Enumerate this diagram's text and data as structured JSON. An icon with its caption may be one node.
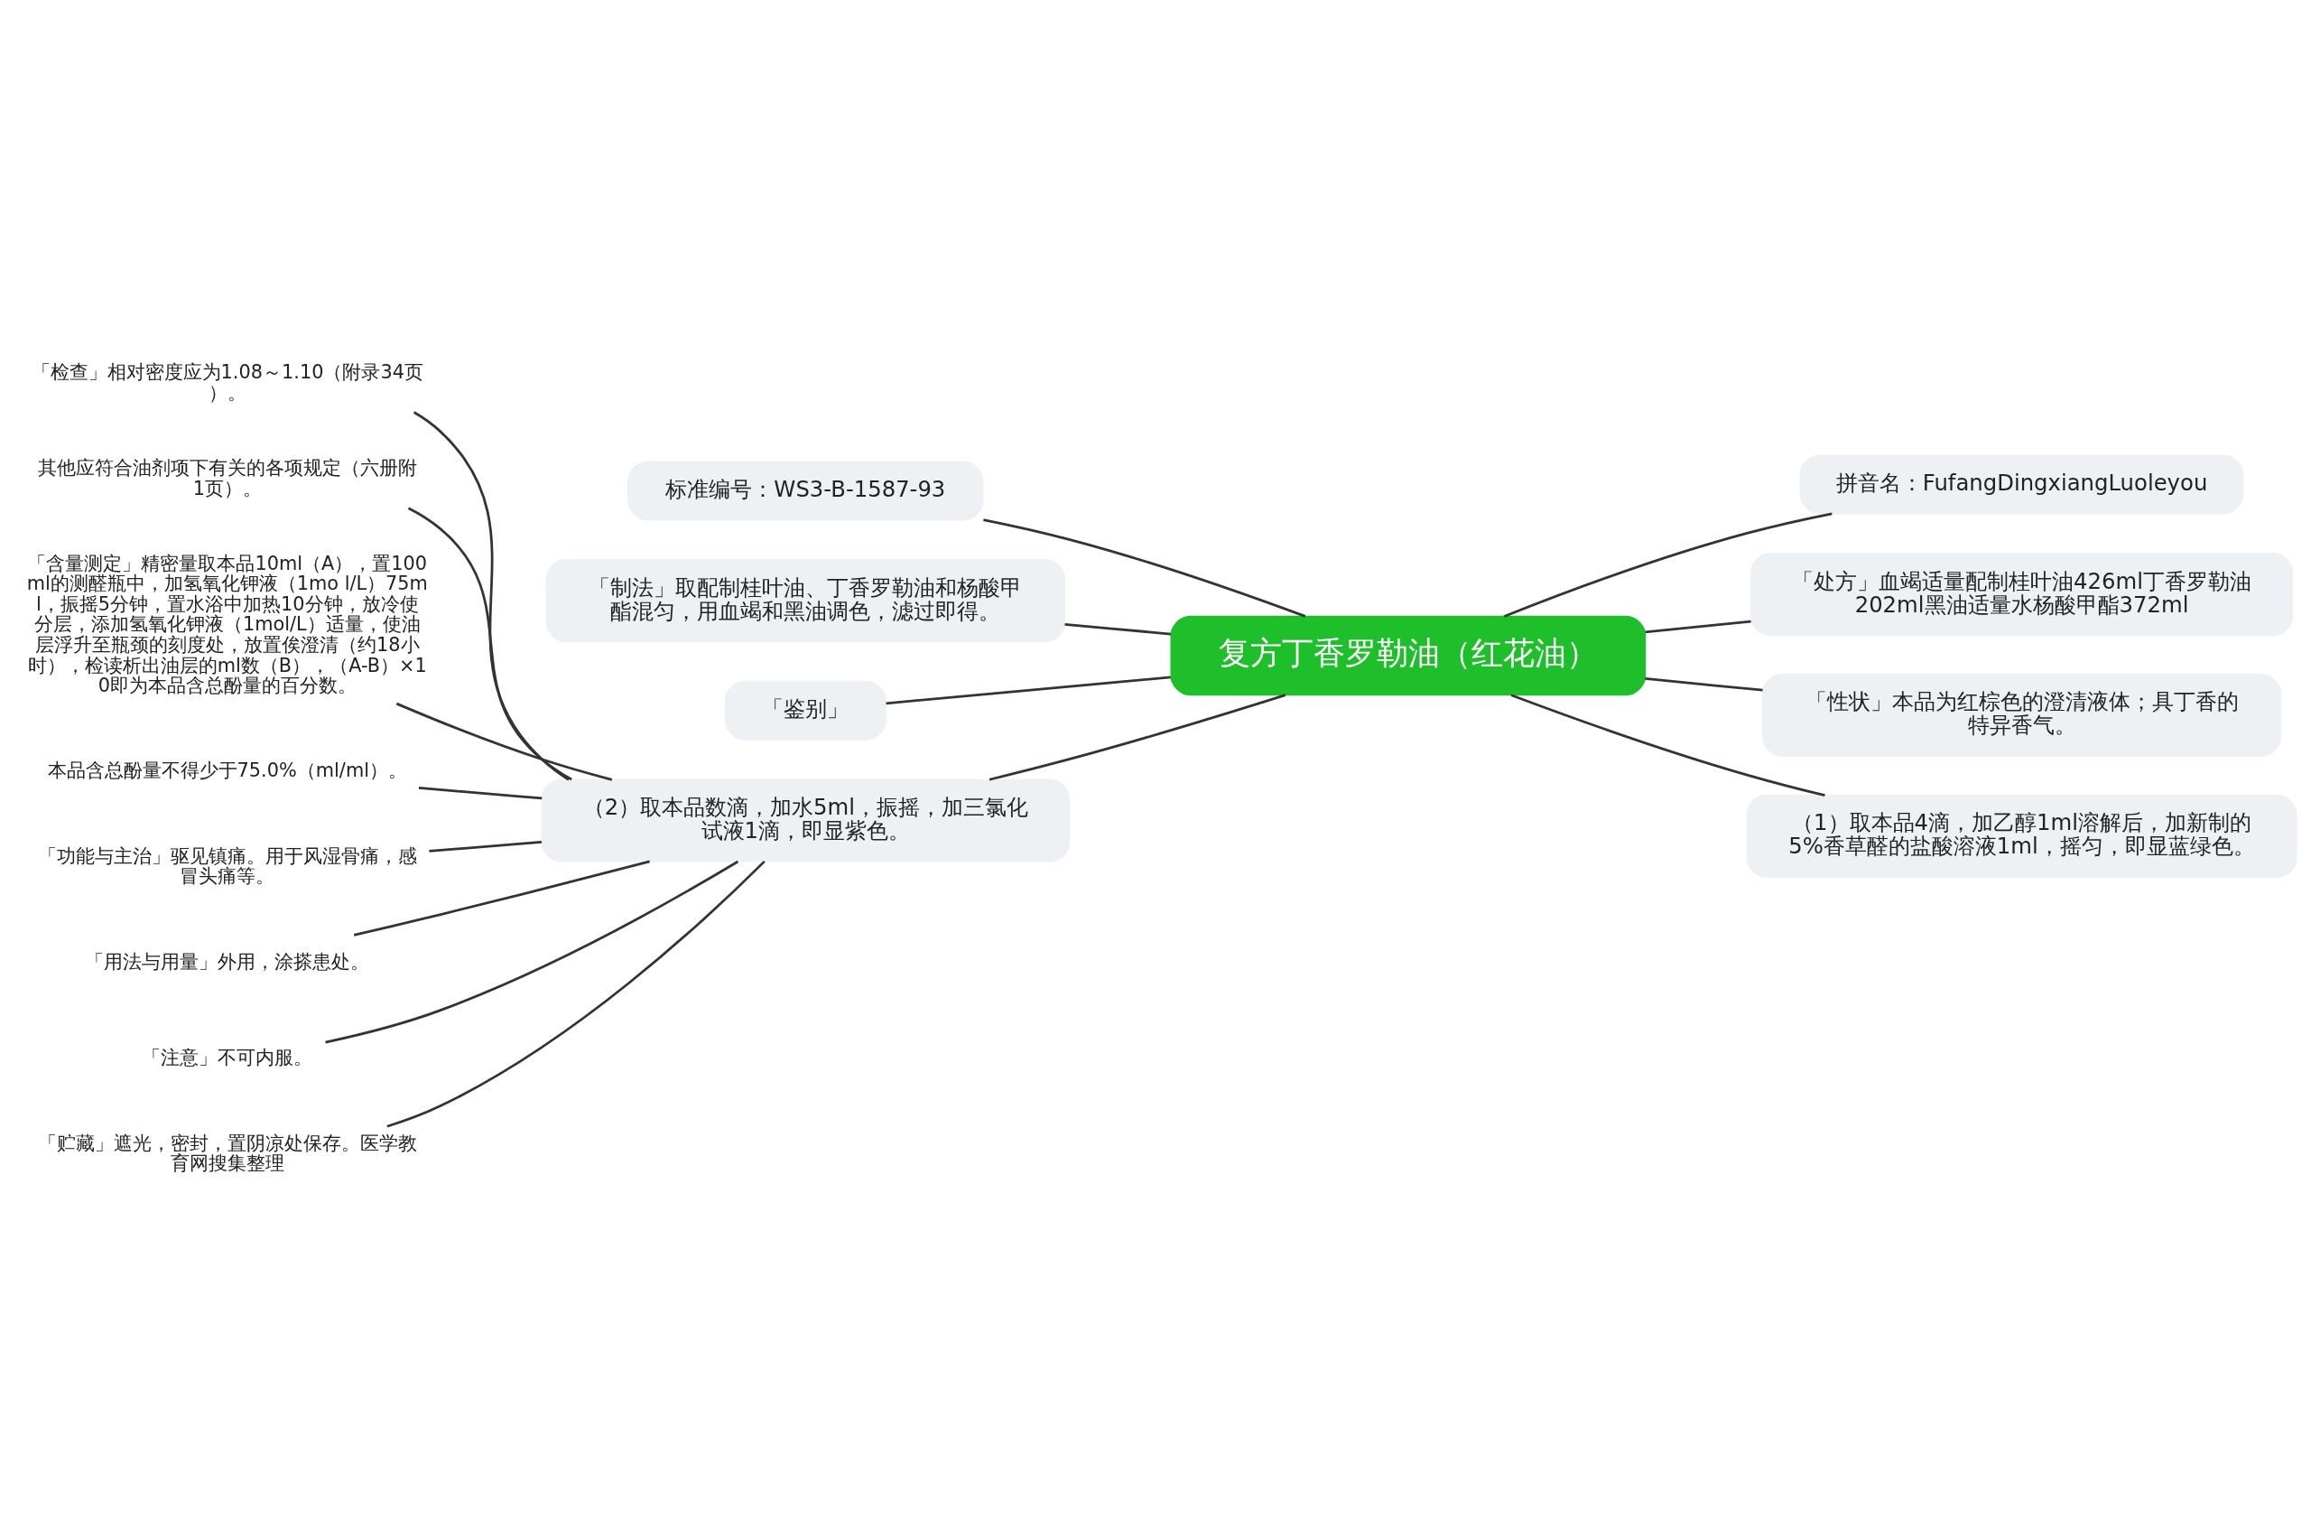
{
  "diagram": {
    "nodes": [
      {
        "text": [
          "复方丁香罗勒油（红花油）"
        ]
      },
      {
        "text": [
          "标准编号：WS3-B-1587-93"
        ]
      },
      {
        "text": [
          "「制法」取配制桂叶油、丁香罗勒油和杨酸甲酯混匀，用血竭和黑油调色，滤过即得。"
        ]
      },
      {
        "text": [
          "「鉴别」"
        ]
      },
      {
        "text": [
          "（2）取本品数滴，加水5ml，振摇，加三氯化试液1滴，即显紫色。"
        ]
      },
      {
        "text": [
          "拼音名：FufangDingxiangLuoleyou"
        ]
      },
      {
        "text": [
          "「处方」血竭适量配制桂叶油426ml丁香罗勒油202ml黑油适量水杨酸甲酯372ml"
        ]
      },
      {
        "text": [
          "「性状」本品为红棕色的澄清液体；具丁香的特异香气。"
        ]
      },
      {
        "text": [
          "（1）取本品4滴，加乙醇1ml溶解后，加新制的5%香草醛的盐酸溶液1ml，摇匀，即显蓝绿色。"
        ]
      },
      {
        "text": [
          "「检查」相对密度应为1.08～1.10（附录34页）。"
        ]
      },
      {
        "text": [
          "其他应符合油剂项下有关的各项规定（六册附1页）。"
        ]
      },
      {
        "text": [
          "「含量测定」精密量取本品10ml（A），置100ml的测醛瓶中，加氢氧化钾液（1mo l/L）75ml，振摇5分钟，置水浴中加热10分钟，放冷使分层，添加氢氧化钾液（1mol/L）适量，使油层浮升至瓶颈的刻度处，放置俟澄清（约18小时），检读析出油层的ml数（B），（A-B）×10即为本品含总酚量的百分数。"
        ]
      },
      {
        "text": [
          "本品含总酚量不得少于75.0%（ml/ml）。"
        ]
      },
      {
        "text": [
          "「功能与主治」驱见镇痛。用于风湿骨痛，感冒头痛等。"
        ]
      },
      {
        "text": [
          "「用法与用量」外用，涂搽患处。"
        ]
      },
      {
        "text": [
          "「注意」不可内服。"
        ]
      },
      {
        "text": [
          "「贮藏」遮光，密封，置阴凉处保存。医学教育网搜集整理"
        ]
      }
    ],
    "edges": [
      {
        "from": 0,
        "to": 1,
        "arrow": "none"
      },
      {
        "from": 0,
        "to": 2,
        "arrow": "none"
      },
      {
        "from": 0,
        "to": 3,
        "arrow": "none"
      },
      {
        "from": 0,
        "to": 4,
        "arrow": "none"
      },
      {
        "from": 0,
        "to": 5,
        "arrow": "none"
      },
      {
        "from": 0,
        "to": 6,
        "arrow": "none"
      },
      {
        "from": 0,
        "to": 7,
        "arrow": "none"
      },
      {
        "from": 0,
        "to": 8,
        "arrow": "none"
      },
      {
        "from": 4,
        "to": 9,
        "arrow": "none"
      },
      {
        "from": 4,
        "to": 10,
        "arrow": "none"
      },
      {
        "from": 4,
        "to": 11,
        "arrow": "none"
      },
      {
        "from": 4,
        "to": 12,
        "arrow": "none"
      },
      {
        "from": 4,
        "to": 13,
        "arrow": "none"
      },
      {
        "from": 4,
        "to": 14,
        "arrow": "none"
      },
      {
        "from": 4,
        "to": 15,
        "arrow": "none"
      },
      {
        "from": 4,
        "to": 16,
        "arrow": "none"
      }
    ]
  }
}
